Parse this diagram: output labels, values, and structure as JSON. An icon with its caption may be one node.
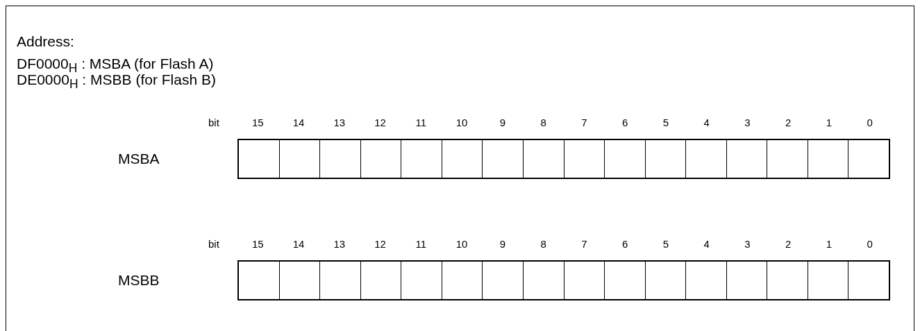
{
  "diagram": {
    "labels": [
      "Address:",
      "DF0000$_{H}$ : MSBA (for Flash A)",
      "DE0000$_{H}$ : MSBB (for Flash B)",
      "bit",
      "15",
      "14",
      "13",
      "12",
      "11",
      "10",
      "9",
      "8",
      "7",
      "6",
      "5",
      "4",
      "3",
      "2",
      "1",
      "0",
      "MSBA",
      "bit",
      "15",
      "14",
      "13",
      "12",
      "11",
      "10",
      "9",
      "8",
      "7",
      "6",
      "5",
      "4",
      "3",
      "2",
      "1",
      "0",
      "MSBB"
    ]
  }
}
